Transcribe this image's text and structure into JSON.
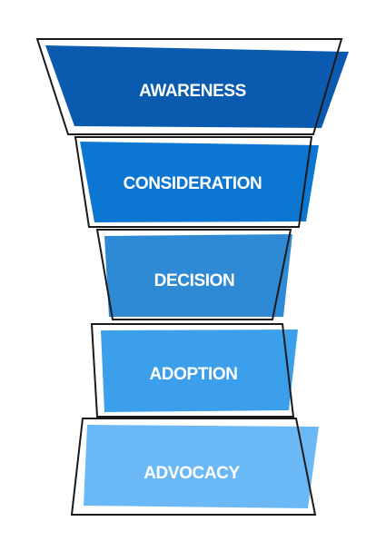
{
  "funnel": {
    "stages": [
      {
        "label": "AWARENESS",
        "color": "#0A5BB0"
      },
      {
        "label": "CONSIDERATION",
        "color": "#0C77D3"
      },
      {
        "label": "DECISION",
        "color": "#2E8AD4"
      },
      {
        "label": "ADOPTION",
        "color": "#3C9FEC"
      },
      {
        "label": "ADVOCACY",
        "color": "#6BB8F6"
      }
    ],
    "outline_color": "#1a1a1a"
  }
}
